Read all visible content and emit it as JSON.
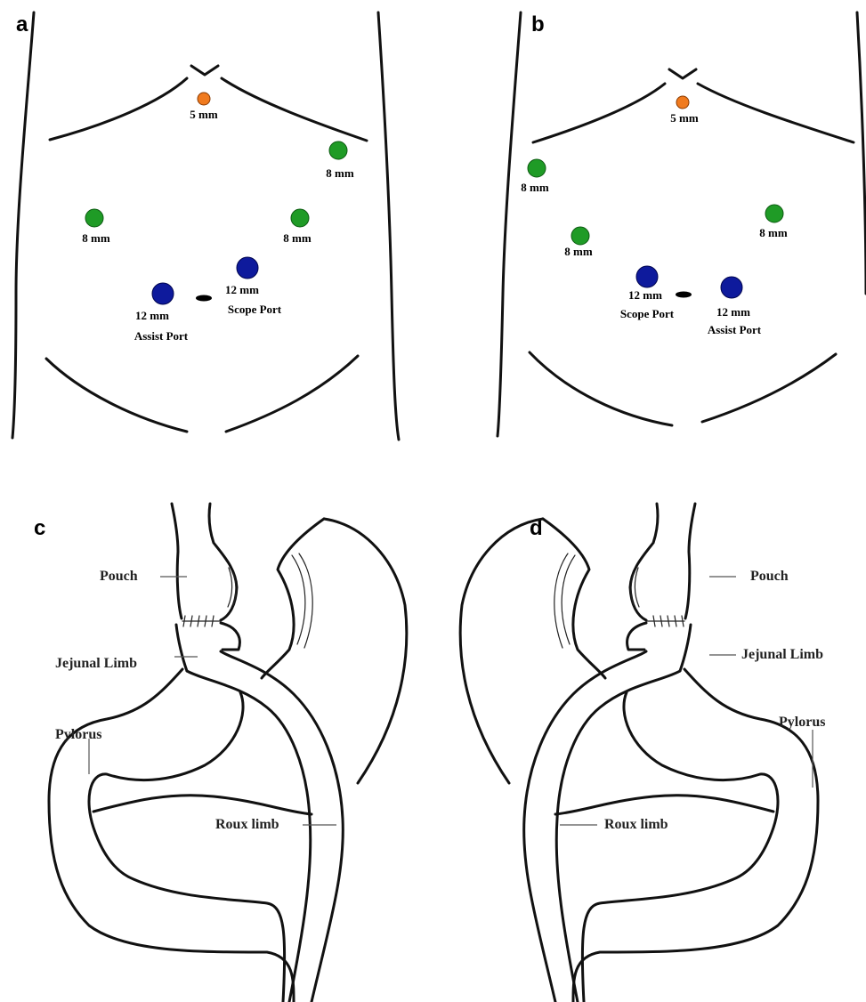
{
  "panels": {
    "a": {
      "letter": "a",
      "labels": {
        "port_5mm": "5 mm",
        "port_8mm_right": "8 mm",
        "port_8mm_left": "8 mm",
        "port_8mm_mid": "8 mm",
        "port_12mm_scope": "12 mm",
        "scope_port": "Scope Port",
        "port_12mm_assist": "12 mm",
        "assist_port": "Assist Port"
      }
    },
    "b": {
      "letter": "b",
      "labels": {
        "port_5mm": "5 mm",
        "port_8mm_left": "8 mm",
        "port_8mm_mid": "8 mm",
        "port_8mm_right": "8 mm",
        "port_12mm_scope": "12 mm",
        "scope_port": "Scope Port",
        "port_12mm_assist": "12 mm",
        "assist_port": "Assist Port"
      }
    },
    "c": {
      "letter": "c",
      "labels": {
        "pouch": "Pouch",
        "jejunal_limb": "Jejunal Limb",
        "pylorus": "Pylorus",
        "roux_limb": "Roux limb"
      }
    },
    "d": {
      "letter": "d",
      "labels": {
        "pouch": "Pouch",
        "jejunal_limb": "Jejunal Limb",
        "pylorus": "Pylorus",
        "roux_limb": "Roux limb"
      }
    }
  },
  "colors": {
    "port_5mm": "#f07a1e",
    "port_8mm": "#1f9b26",
    "port_12mm": "#0e1a9c",
    "scope": "#000000"
  }
}
